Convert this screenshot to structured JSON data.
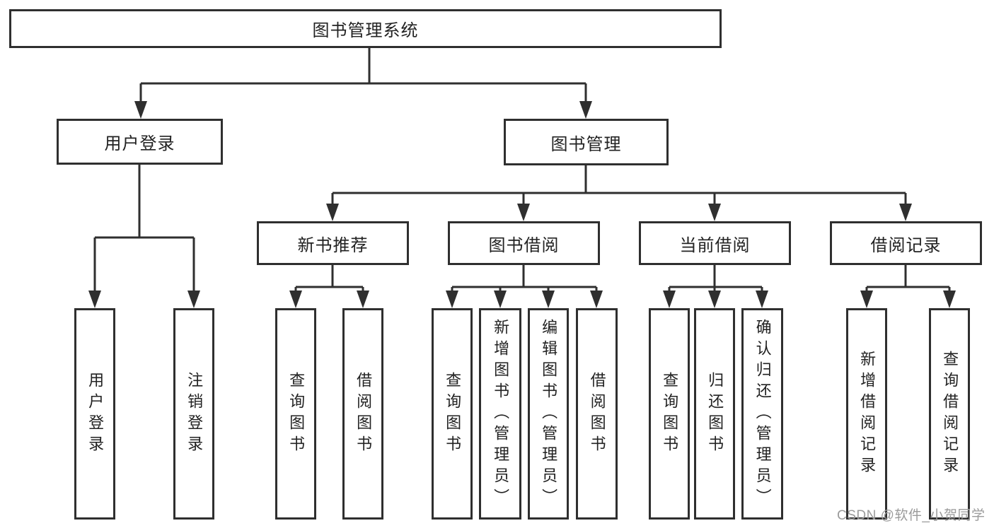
{
  "diagram": {
    "title": "图书管理系统",
    "root": {
      "label": "图书管理系统"
    },
    "branches": [
      {
        "label": "用户登录",
        "children": [
          {
            "label": "用户登录"
          },
          {
            "label": "注销登录"
          }
        ]
      },
      {
        "label": "图书管理",
        "children": [
          {
            "label": "新书推荐",
            "children": [
              {
                "label": "查询图书"
              },
              {
                "label": "借阅图书"
              }
            ]
          },
          {
            "label": "图书借阅",
            "children": [
              {
                "label": "查询图书"
              },
              {
                "label": "新增图书（管理员）"
              },
              {
                "label": "编辑图书（管理员）"
              },
              {
                "label": "借阅图书"
              }
            ]
          },
          {
            "label": "当前借阅",
            "children": [
              {
                "label": "查询图书"
              },
              {
                "label": "归还图书"
              },
              {
                "label": "确认归还（管理员）"
              }
            ]
          },
          {
            "label": "借阅记录",
            "children": [
              {
                "label": "新增借阅记录"
              },
              {
                "label": "查询借阅记录"
              }
            ]
          }
        ]
      }
    ]
  },
  "colors": {
    "line": "#2f2f2f",
    "box_border": "#2f2f2f",
    "text": "#222222",
    "background": "#ffffff",
    "watermark": "#9b9b9b"
  },
  "watermark": {
    "text": "CSDN @软件_小贺同学"
  }
}
